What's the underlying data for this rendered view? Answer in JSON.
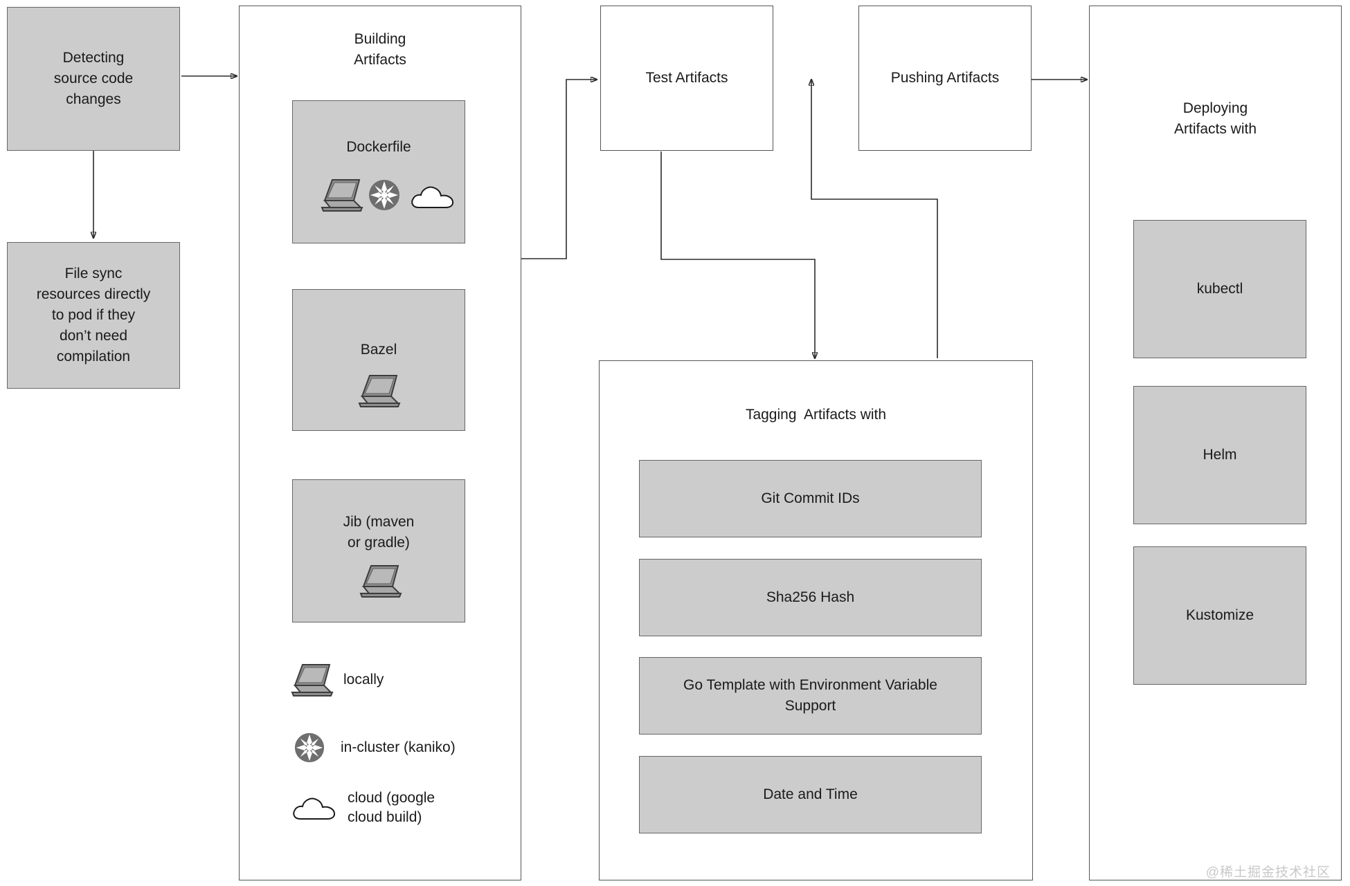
{
  "diagram": {
    "title_hidden": "Skaffold pipeline overview",
    "watermark": "@稀土掘金技术社区",
    "colors": {
      "fill": "#cccccc",
      "stroke": "#666666",
      "outline_stroke": "#555555",
      "wire": "#2b2b2b",
      "text": "#1a1a1a",
      "background": "#ffffff",
      "watermark": "#c8c8c8"
    }
  },
  "stage_detect": {
    "label": "Detecting\nsource code\nchanges"
  },
  "stage_filesync": {
    "label": "File sync\nresources directly\nto pod if they\ndon’t need\ncompilation"
  },
  "stage_build": {
    "title": "Building\nArtifacts",
    "options": [
      {
        "label": "Dockerfile",
        "icons": [
          "laptop-icon",
          "kubernetes-wheel-icon",
          "cloud-icon"
        ]
      },
      {
        "label": "Bazel",
        "icons": [
          "laptop-icon"
        ]
      },
      {
        "label": "Jib (maven\nor gradle)",
        "icons": [
          "laptop-icon"
        ]
      }
    ],
    "legend": [
      {
        "icon": "laptop-icon",
        "label": "locally"
      },
      {
        "icon": "kubernetes-wheel-icon",
        "label": "in-cluster (kaniko)"
      },
      {
        "icon": "cloud-icon",
        "label": "cloud (google\ncloud build)"
      }
    ]
  },
  "stage_test": {
    "label": "Test Artifacts"
  },
  "stage_push": {
    "label": "Pushing Artifacts"
  },
  "stage_tagging": {
    "title": "Tagging  Artifacts with",
    "items": [
      {
        "label": "Git Commit IDs"
      },
      {
        "label": "Sha256 Hash"
      },
      {
        "label": "Go Template with Environment Variable\nSupport"
      },
      {
        "label": "Date and Time"
      }
    ]
  },
  "stage_deploy": {
    "title": "Deploying\nArtifacts with",
    "items": [
      {
        "label": "kubectl"
      },
      {
        "label": "Helm"
      },
      {
        "label": "Kustomize"
      }
    ]
  }
}
